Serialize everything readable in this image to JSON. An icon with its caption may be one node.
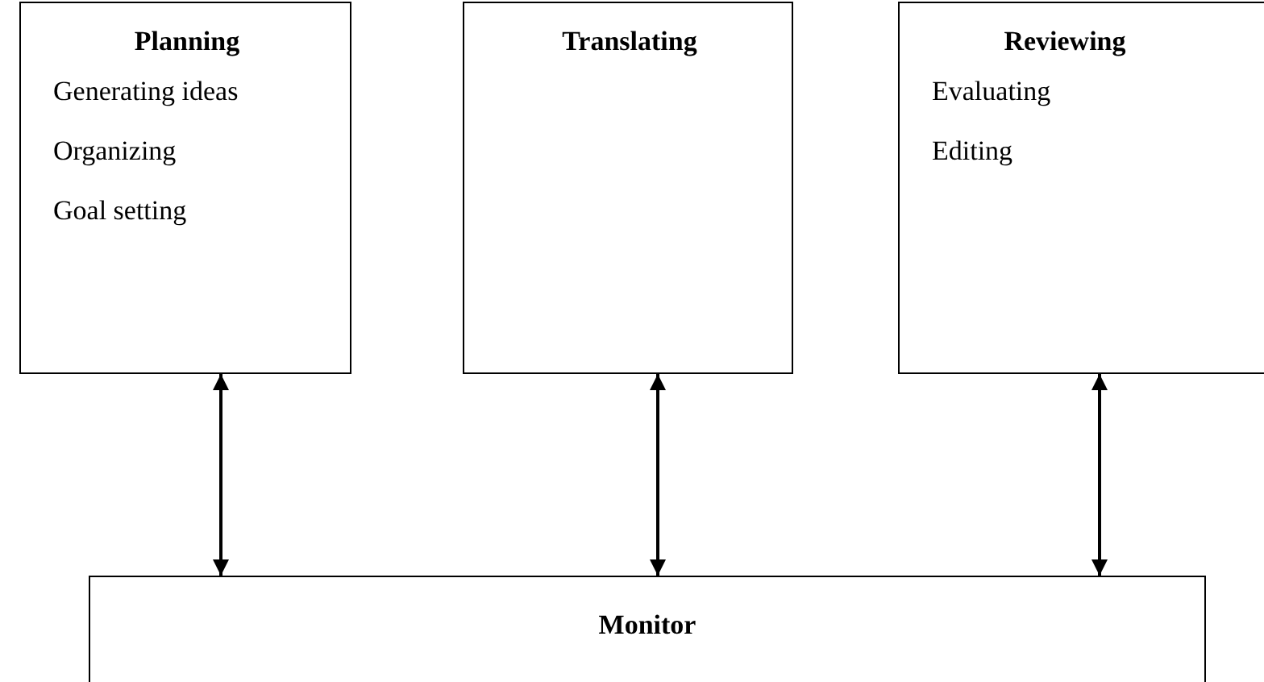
{
  "diagram": {
    "nodes": [
      {
        "text": [
          "Planning",
          "Generating ideas",
          "Organizing",
          "Goal setting"
        ]
      },
      {
        "text": [
          "Translating"
        ]
      },
      {
        "text": [
          "Reviewing",
          "Evaluating",
          "Editing"
        ]
      },
      {
        "text": [
          "Monitor"
        ]
      }
    ],
    "edges": [
      {
        "from": 0,
        "to": 3,
        "arrow": "both"
      },
      {
        "from": 1,
        "to": 3,
        "arrow": "both"
      },
      {
        "from": 2,
        "to": 3,
        "arrow": "both"
      }
    ]
  }
}
